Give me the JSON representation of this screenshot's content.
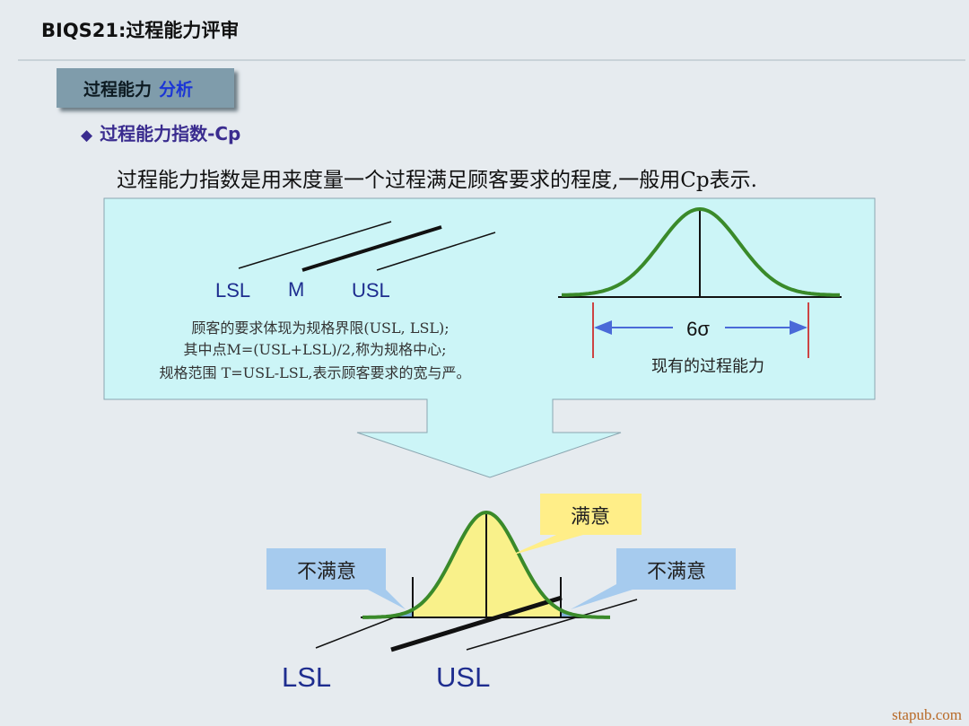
{
  "header": {
    "title": "BIQS21:过程能力评审"
  },
  "section_tab": {
    "part1": "过程能力",
    "part2": "分析"
  },
  "heading": {
    "bullet": "◆",
    "text": "过程能力指数-Cp"
  },
  "intro": "过程能力指数是用来度量一个过程满足顾客要求的程度,一般用Cp表示.",
  "top_panel": {
    "lsl": "LSL",
    "m": "M",
    "usl": "USL",
    "lines": [
      "顾客的要求体现为规格界限(USL, LSL);",
      "其中点M=(USL+LSL)/2,称为规格中心;",
      "规格范围 T=USL-LSL,表示顾客要求的宽与严。"
    ],
    "sigma": "6σ",
    "capability_caption": "现有的过程能力"
  },
  "bottom": {
    "satisfied": "满意",
    "unsatisfied_left": "不满意",
    "unsatisfied_right": "不满意",
    "lsl": "LSL",
    "usl": "USL"
  },
  "colors": {
    "panel": "#ccf5f7",
    "curve": "#3a8a2a",
    "callout": "#a6cbee",
    "satisfied_box": "#ffee88",
    "fill": "#f9f18a"
  },
  "watermark": "stapub.com"
}
